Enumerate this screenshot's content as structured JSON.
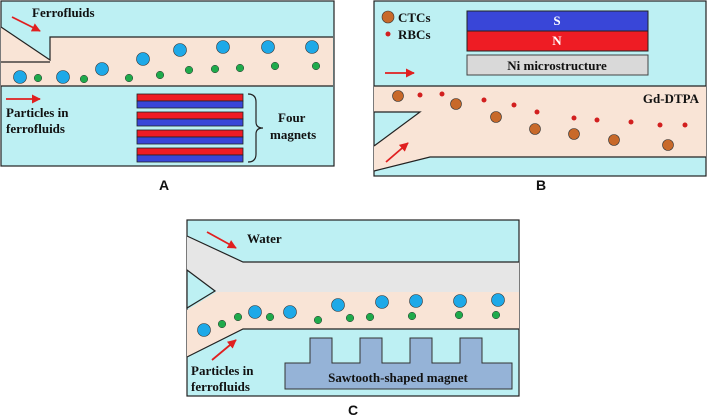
{
  "colors": {
    "chamber": "#bdf0f3",
    "channel": "#f9e4d6",
    "stream": "#e6e6e6",
    "border": "#222222",
    "arrow": "#e02020",
    "large_particle": "#1ea9e8",
    "small_particle": "#1faa4b",
    "ctc": "#c8692a",
    "rbc": "#d21f1f",
    "magnet_red": "#ee1c24",
    "magnet_blue": "#3946d8",
    "ni": "#d9d9d9",
    "sawtooth": "#95b3d7"
  },
  "panel_a": {
    "letter": "A",
    "ferrofluids": "Ferrofluids",
    "particles_line1": "Particles in",
    "particles_line2": "ferrofluids",
    "magnets_line1": "Four",
    "magnets_line2": "magnets"
  },
  "panel_b": {
    "letter": "B",
    "legend_ctc": "CTCs",
    "legend_rbc": "RBCs",
    "magnet_s": "S",
    "magnet_n": "N",
    "ni": "Ni microstructure",
    "gd": "Gd-DTPA"
  },
  "panel_c": {
    "letter": "C",
    "water": "Water",
    "particles_line1": "Particles in",
    "particles_line2": "ferrofluids",
    "sawtooth": "Sawtooth-shaped magnet"
  }
}
